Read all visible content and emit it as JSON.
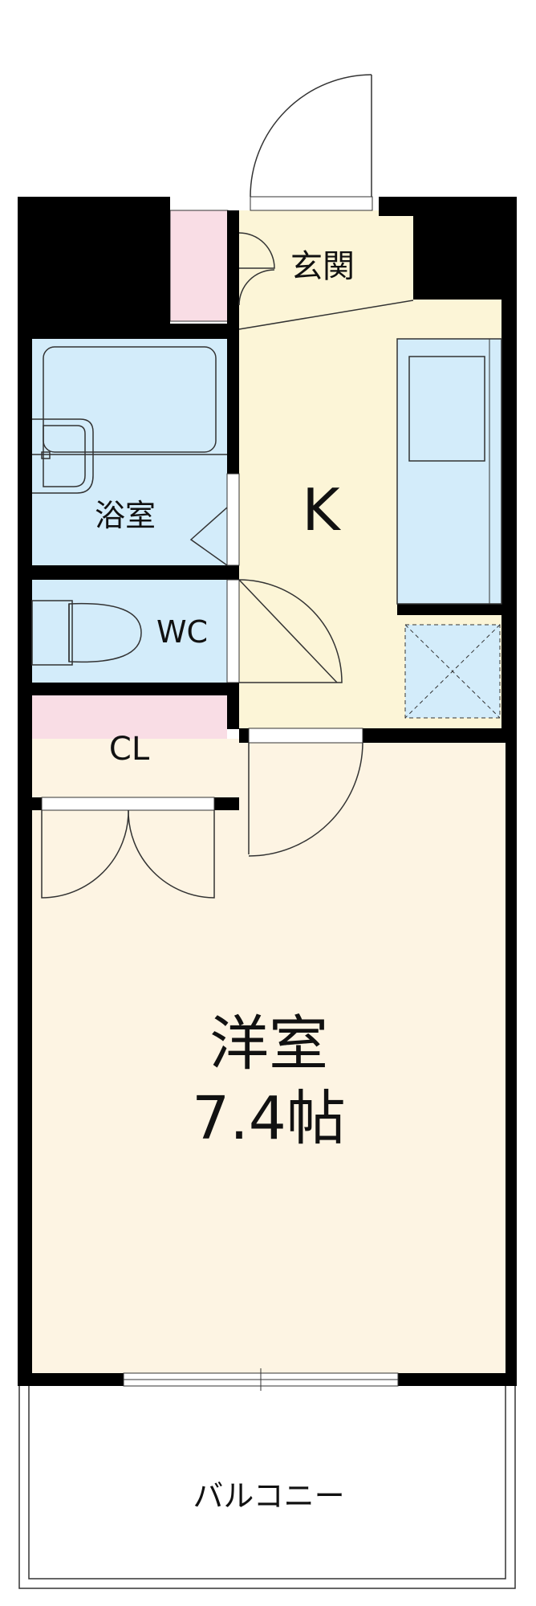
{
  "rooms": {
    "entrance": "玄関",
    "kitchen": "K",
    "bath": "浴室",
    "toilet": "WC",
    "closet": "CL",
    "western_room": "洋室",
    "western_room_size": "7.4帖",
    "balcony": "バルコニー"
  },
  "colors": {
    "wall": "#000000",
    "kitchen_floor": "#fcf5d7",
    "room_floor": "#fdf4e3",
    "wet_area": "#d3ecfa",
    "storage": "#f9dde5",
    "fixture_stroke": "#333333"
  },
  "icons": [
    "door-swing-icon",
    "bathtub-icon",
    "washbasin-icon",
    "toilet-icon",
    "counter-icon",
    "window-icon"
  ]
}
